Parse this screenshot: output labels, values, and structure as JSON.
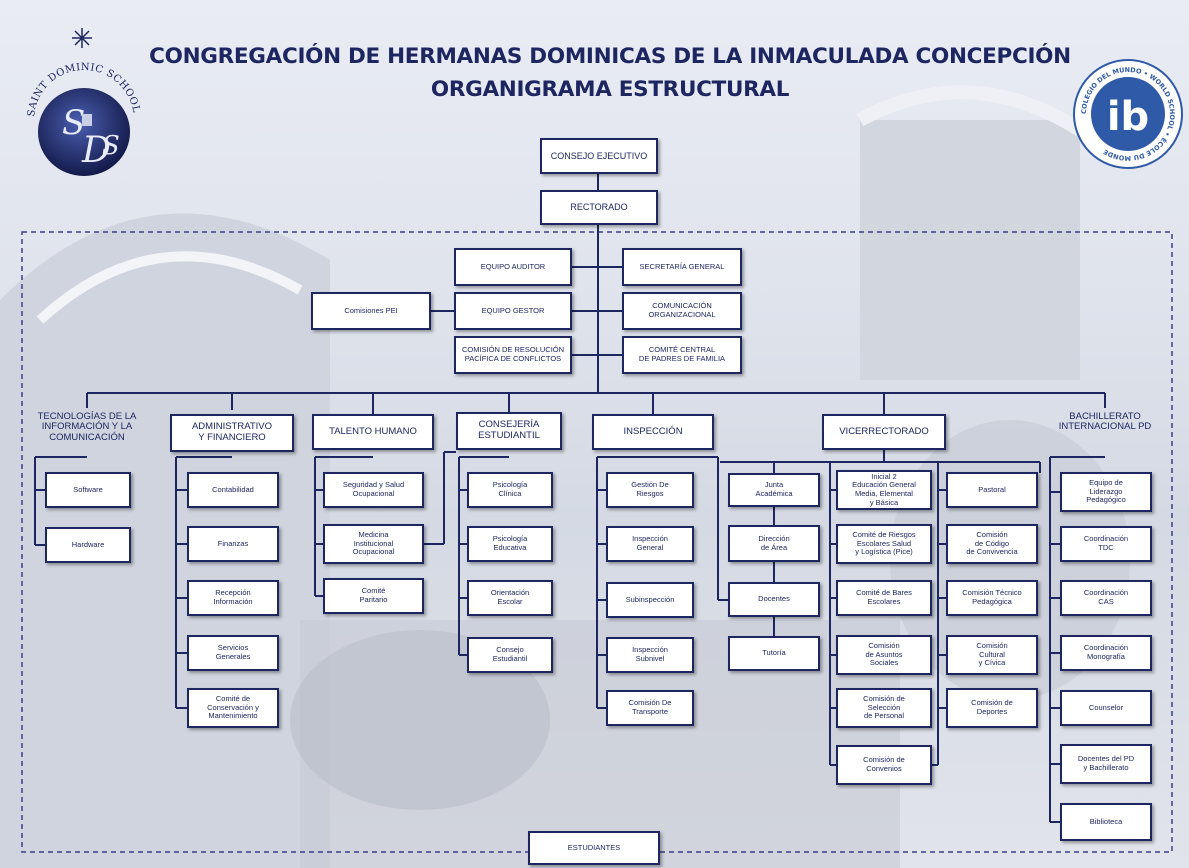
{
  "header": {
    "title_line1": "CONGREGACIÓN DE HERMANAS  DOMINICAS DE LA INMACULADA CONCEPCIÓN",
    "title_line2": "ORGANIGRAMA ESTRUCTURAL"
  },
  "logos": {
    "left": {
      "name": "saint-dominic-school-seal",
      "text": "SAINT DOMINIC SCHOOL",
      "monogram": "SDS"
    },
    "right": {
      "name": "ib-world-school-seal",
      "text": "COLEGIO DEL MUNDO • WORLD SCHOOL • ÉCOLE DU MONDE",
      "mark": "ib"
    }
  },
  "colors": {
    "primary": "#1d2660",
    "box_bg": "#ffffff",
    "dashed_border": "#3b3f8a"
  },
  "top": {
    "consejo": "CONSEJO EJECUTIVO",
    "rectorado": "RECTORADO"
  },
  "staff": {
    "equipo_auditor": "EQUIPO AUDITOR",
    "secretaria_general": "SECRETARÍA GENERAL",
    "comisiones_pei": "Comisiones PEI",
    "equipo_gestor": "EQUIPO GESTOR",
    "comunicacion": "COMUNICACIÓN\nORGANIZACIONAL",
    "comision_resolucion": "COMISIÓN DE RESOLUCIÓN\nPACÍFICA DE CONFLICTOS",
    "comite_central": "COMITÉ CENTRAL\nDE PADRES DE FAMILIA"
  },
  "departments": {
    "tic": {
      "label": "TECNOLOGÍAS DE LA\nINFORMACIÓN Y LA\nCOMUNICACIÓN",
      "items": [
        "Software",
        "Hardware"
      ]
    },
    "administrativo": {
      "label": "ADMINISTRATIVO\nY FINANCIERO",
      "items": [
        "Contabilidad",
        "Finanzas",
        "Recepción\nInformación",
        "Servicios\nGenerales",
        "Comité de\nConservación y\nMantenimiento"
      ]
    },
    "talento": {
      "label": "TALENTO HUMANO",
      "items": [
        "Seguridad y Salud\nOcupacional",
        "Medicina\nInstitucional\nOcupacional",
        "Comité\nParitario"
      ]
    },
    "consejeria": {
      "label": "CONSEJERÍA\nESTUDIANTIL",
      "items": [
        "Psicología\nClínica",
        "Psicología\nEducativa",
        "Orientación\nEscolar",
        "Consejo\nEstudiantil"
      ]
    },
    "inspeccion": {
      "label": "INSPECCIÓN",
      "items": [
        "Gestión De\nRiesgos",
        "Inspección\nGeneral",
        "Subinspección",
        "Inspección\nSubnivel",
        "Comisión De\nTransporte"
      ]
    },
    "vicerrectorado": {
      "label": "VICERRECTORADO",
      "col1": [
        "Junta\nAcadémica",
        "Dirección\nde Área",
        "Docentes",
        "Tutoría"
      ],
      "col2": [
        "Inicial 2\nEducación General\nMedia, Elemental\ny Básica",
        "Comité de Riesgos\nEscolares Salud\ny Logística (Pice)",
        "Comité de Bares\nEscolares",
        "Comisión\nde Asuntos\nSociales",
        "Comisión de\nSelección\nde Personal",
        "Comisión de\nConvenios"
      ],
      "col3": [
        "Pastoral",
        "Comisión\nde Código\nde Convivencia",
        "Comisión Técnico\nPedagógica",
        "Comisión\nCultural\ny Cívica",
        "Comisión de\nDeportes"
      ]
    },
    "bachillerato": {
      "label": "BACHILLERATO\nINTERNACIONAL PD",
      "items": [
        "Equipo de\nLiderazgo\nPedagógico",
        "Coordinación\nTDC",
        "Coordinación\nCAS",
        "Coordinación\nMonografía",
        "Counselor",
        "Docentes del PD\ny Bachillerato",
        "Biblioteca"
      ]
    }
  },
  "bottom": {
    "estudiantes": "ESTUDIANTES"
  }
}
